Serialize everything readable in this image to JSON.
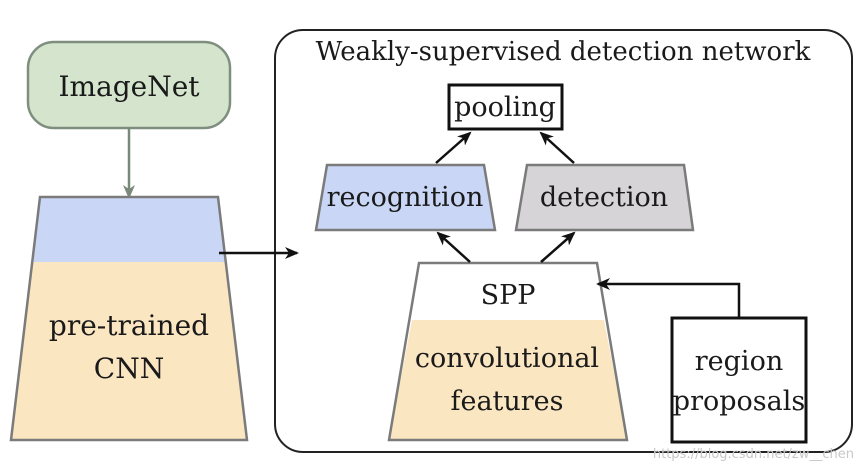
{
  "title": "Weakly-supervised detection network",
  "nodes": {
    "imagenet": "ImageNet",
    "cnn_line1": "pre-trained",
    "cnn_line2": "CNN",
    "pooling": "pooling",
    "recognition": "recognition",
    "detection": "detection",
    "spp": "SPP",
    "conv_line1": "convolutional",
    "conv_line2": "features",
    "region_line1": "region",
    "region_line2": "proposals"
  },
  "watermark": "https://blog.csdn.net/zw__chen",
  "colors": {
    "imagenet_fill": "#d5e4cc",
    "imagenet_stroke": "#7f8f7f",
    "blue_fill": "#c9d6f6",
    "tan_fill": "#fbe6c2",
    "gray_fill": "#d6d4d6",
    "stroke": "#7b7b7b",
    "black": "#111111",
    "arrow_gray": "#7a8a7a"
  }
}
